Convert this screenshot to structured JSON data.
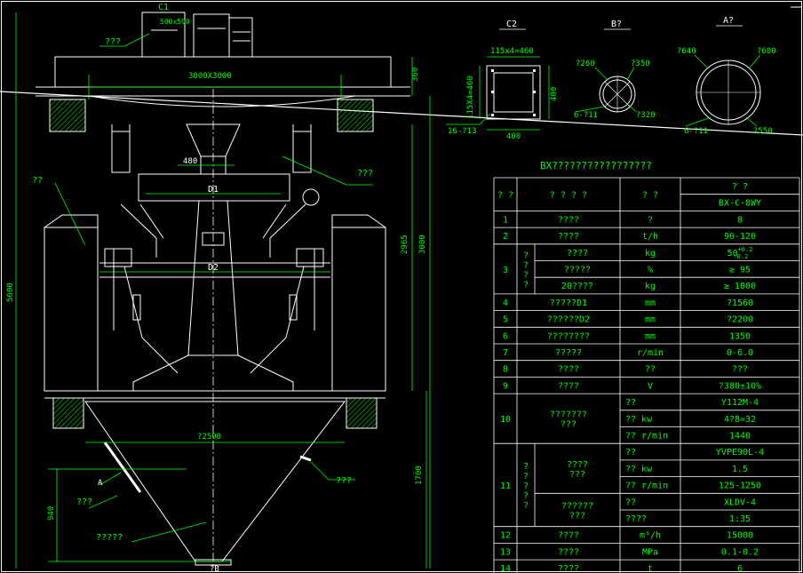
{
  "colors": {
    "background": "#000000",
    "line": "#ffffff",
    "dimension": "#00ff00",
    "leader": "#00ff00",
    "text": "#ffffff",
    "table_text": "#00ff00"
  },
  "machine": {
    "label_c1": "C1",
    "label_c1_size": "500x500",
    "label_top_left": "???",
    "label_platform": "3000X3000",
    "dim_360": "360",
    "dim_480": "480",
    "label_d1": "D1",
    "label_d2": "D2",
    "label_right_1": "???",
    "label_left_frame": "??",
    "dim_2965": "2965",
    "dim_3000": "3000",
    "dim_5600": "5600",
    "dim_2500": "?2500",
    "label_hatch": "???",
    "label_a": "A",
    "label_left_hopper": "???",
    "label_bin": "?????",
    "dim_1700": "1700",
    "dim_940": "940",
    "label_bottom": "?B"
  },
  "detail_c2": {
    "title": "C2",
    "dim_top": "115x4=460",
    "dim_left": "115X4=460",
    "dim_right": "400",
    "dim_bottom": "400",
    "label_holes": "16-?13"
  },
  "detail_b": {
    "title": "B?",
    "label_260": "?260",
    "label_350": "?350",
    "label_holes": "6-?11",
    "label_320": "?320"
  },
  "detail_a": {
    "title": "A?",
    "label_640": "?640",
    "label_600": "?600",
    "label_holes": "6-?11",
    "label_550": "?550"
  },
  "table": {
    "title": "BX?????????????????",
    "header": {
      "no": "? ?",
      "name": "? ? ? ?",
      "unit": "? ?",
      "param": "? ?",
      "model": "BX-C-8WY"
    },
    "rows": [
      {
        "no": "1",
        "name": "????",
        "unit": "?",
        "value": "8"
      },
      {
        "no": "2",
        "name": "????",
        "unit": "t/h",
        "value": "90-120"
      },
      {
        "no": "3",
        "group": "?\n?\n?\n?",
        "subs": [
          {
            "name": "????",
            "unit": "kg",
            "value": "50",
            "sup": "+0.2",
            "sub": "-0.2"
          },
          {
            "name": "?????",
            "unit": "%",
            "value": "≥ 95"
          },
          {
            "name": "20????",
            "unit": "kg",
            "value": "≥ 1000"
          }
        ]
      },
      {
        "no": "4",
        "name": "?????D1",
        "unit": "mm",
        "value": "?1560"
      },
      {
        "no": "5",
        "name": "??????D2",
        "unit": "mm",
        "value": "?2200"
      },
      {
        "no": "6",
        "name": "????????",
        "unit": "mm",
        "value": "1350"
      },
      {
        "no": "7",
        "name": "?????",
        "unit": "r/min",
        "value": "0-6.0"
      },
      {
        "no": "8",
        "name": "????",
        "unit": "??",
        "value": "???"
      },
      {
        "no": "9",
        "name": "????",
        "unit": "V",
        "value": "?380±10%"
      },
      {
        "no": "10",
        "name": "???????\n???",
        "subs": [
          {
            "unit": "??",
            "value": "Y112M-4"
          },
          {
            "unit": "?? kw",
            "value": "4?8=32"
          },
          {
            "unit": "?? r/min",
            "value": "1440"
          }
        ]
      },
      {
        "no": "11",
        "group": "?\n?\n?\n?\n?",
        "groups": [
          {
            "name": "????\n???",
            "subs": [
              {
                "unit": "??",
                "value": "YVPE90L-4"
              },
              {
                "unit": "?? kw",
                "value": "1.5"
              },
              {
                "unit": "?? r/min",
                "value": "125-1250"
              }
            ]
          },
          {
            "name": "??????\n???",
            "subs": [
              {
                "unit": "??",
                "value": "XLDV-4"
              },
              {
                "unit": "????",
                "value": "1:35"
              }
            ]
          }
        ]
      },
      {
        "no": "12",
        "name": "????",
        "unit": "m³/h",
        "value": "15000"
      },
      {
        "no": "13",
        "name": "????",
        "unit": "MPa",
        "value": "0.1-0.2"
      },
      {
        "no": "14",
        "name": "????",
        "unit": "t",
        "value": "6"
      }
    ]
  }
}
